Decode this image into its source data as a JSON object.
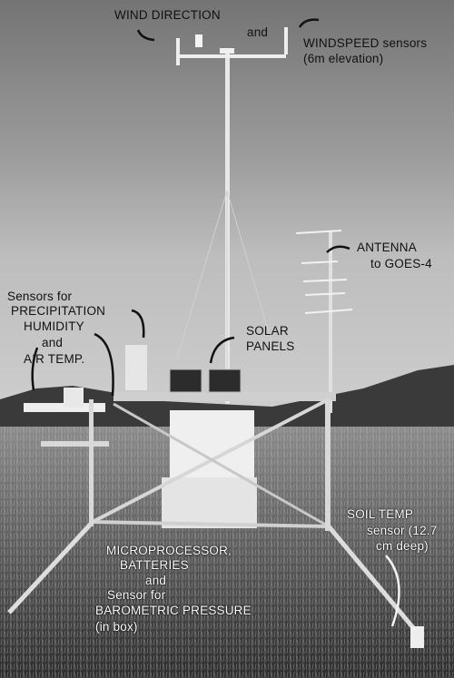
{
  "labels": {
    "wind_direction": "WIND DIRECTION",
    "and": "and",
    "windspeed_line1": "WINDSPEED sensors",
    "windspeed_line2": "(6m elevation)",
    "antenna_line1": "ANTENNA",
    "antenna_line2": "to GOES-4",
    "sensors_line1": "Sensors for",
    "sensors_line2": "PRECIPITATION",
    "sensors_line3": "HUMIDITY",
    "sensors_line4": "and",
    "sensors_line5": "AIR TEMP.",
    "solar_line1": "SOLAR",
    "solar_line2": "PANELS",
    "soil_line1": "SOIL TEMP",
    "soil_line2": "sensor (12.7",
    "soil_line3": "cm deep)",
    "micro_line1": "MICROPROCESSOR,",
    "micro_line2": "BATTERIES",
    "micro_line3": "and",
    "micro_line4": "Sensor for",
    "micro_line5": "BAROMETRIC PRESSURE",
    "micro_line6": "(in box)"
  }
}
